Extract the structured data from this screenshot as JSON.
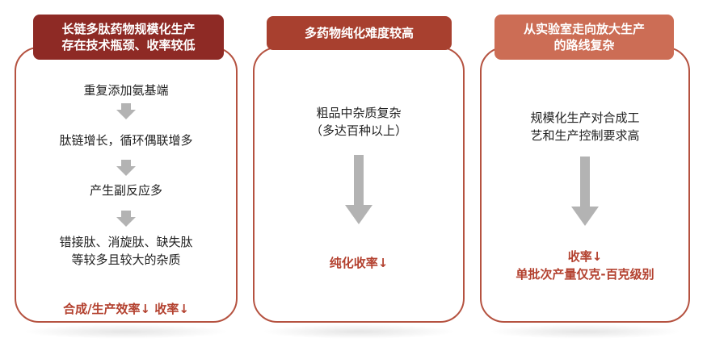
{
  "columns": [
    {
      "header": [
        "长链多肽药物规模化生产",
        "存在技术瓶颈、收率较低"
      ],
      "steps": [
        "重复添加氨基端",
        "肽链增长，循环偶联增多",
        "产生副反应多",
        "错接肽、消旋肽、缺失肽",
        "等较多且较大的杂质"
      ],
      "result": "合成/生产效率↓ 收率↓"
    },
    {
      "header": [
        "多药物纯化难度较高"
      ],
      "text": [
        "粗品中杂质复杂",
        "（多达百种以上）"
      ],
      "result": "纯化收率↓"
    },
    {
      "header": [
        "从实验室走向放大生产",
        "的路线复杂"
      ],
      "text": [
        "规模化生产对合成工",
        "艺和生产控制要求高"
      ],
      "result": [
        "收率↓",
        "单批次产量仅克-百克级别"
      ]
    }
  ],
  "colors": {
    "border": "#b55240",
    "header1": "#8e2a25",
    "header2": "#a8402f",
    "header3": "#cc6d55",
    "highlight": "#b3412f",
    "arrow_gray": "#b3b3b3"
  },
  "icons": {
    "small_arrow": "arrow-down-icon",
    "big_arrow": "big-arrow-down-icon"
  }
}
